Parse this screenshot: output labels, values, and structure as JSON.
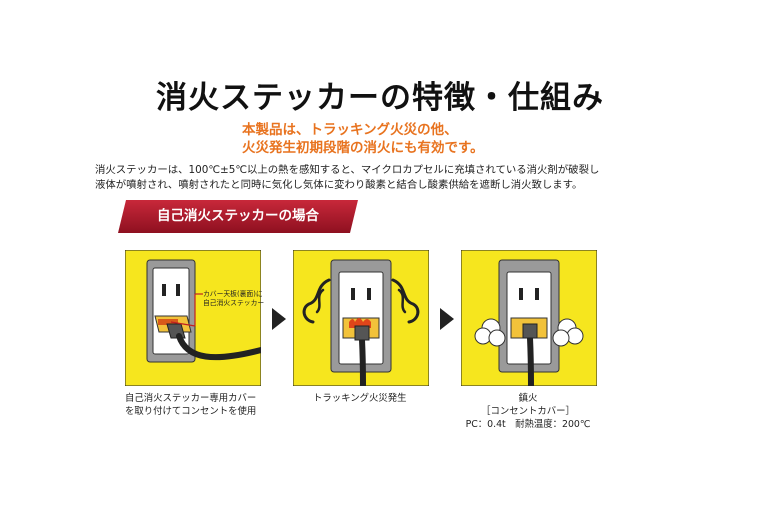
{
  "title": "消火ステッカーの特徴・仕組み",
  "highlight": {
    "line1": "本製品は、トラッキング火災の他、",
    "line2": "火災発生初期段階の消火にも有効です。"
  },
  "description": {
    "line1": "消火ステッカーは、100℃±5℃以上の熱を感知すると、マイクロカプセルに充填されている消火剤が破裂し",
    "line2": "液体が噴射され、噴射されたと同時に気化し気体に変わり酸素と結合し酸素供給を遮断し消火致します。"
  },
  "banner": {
    "label": "自己消火ステッカーの場合"
  },
  "steps": [
    {
      "callout_line1": "カバー天板(裏面)に",
      "callout_line2": "自己消火ステッカー",
      "caption_line1": "自己消火ステッカー専用カバー",
      "caption_line2": "を取り付けてコンセントを使用"
    },
    {
      "caption_line1": "トラッキング火災発生"
    },
    {
      "caption_line1": "鎮火",
      "caption_line2": "［コンセントカバー］",
      "caption_line3": "PC：0.4t　耐熱温度：200℃"
    }
  ],
  "colors": {
    "panel_yellow": "#f6e61e",
    "banner_red": "#b3192b",
    "accent_orange": "#e8731f"
  }
}
